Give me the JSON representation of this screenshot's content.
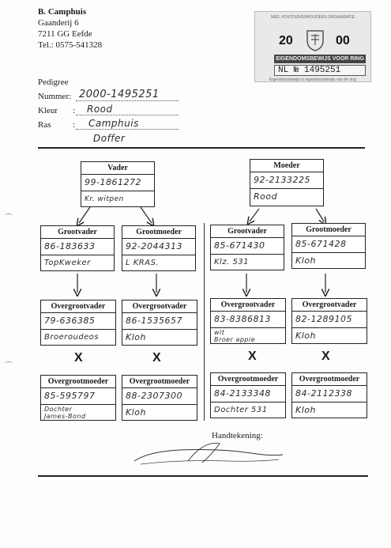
{
  "header": {
    "name": "B. Camphuis",
    "address1": "Gaanderij 6",
    "address2": "7211 GG Eefde",
    "phone": "Tel.: 0575-541328"
  },
  "stamp": {
    "top_text": "NED. POSTDUIVENHOUDERS ORGANISATIE",
    "year_left": "20",
    "year_right": "00",
    "band": "EIGENDOMSBEWIJS VOOR RING",
    "number": "NL № 1495251",
    "bottom_text": "Eigendomsbewijs is eigendomsbewijs van de ring"
  },
  "pedigree": {
    "heading": "Pedigree",
    "nummer_label": "Nummer",
    "nummer_value": "2000-1495251",
    "kleur_label": "Kleur",
    "kleur_value": "Rood",
    "ras_label": "Ras",
    "ras_value": "Camphuis",
    "ras_value2": "Doffer"
  },
  "left": {
    "vader": {
      "title": "Vader",
      "ring": "99-1861272",
      "note": "Kr. witpen"
    },
    "grootvader": {
      "title": "Grootvader",
      "ring": "86-183633",
      "note": "TopKweker"
    },
    "grootmoeder": {
      "title": "Grootmoeder",
      "ring": "92-2044313",
      "note": "L KRAS."
    },
    "overgrootvader1": {
      "title": "Overgrootvader",
      "ring": "79-636385",
      "note": "Broeroudeos"
    },
    "overgrootvader2": {
      "title": "Overgrootvader",
      "ring": "86-1535657",
      "note": "Kloh"
    },
    "overgrootmoeder1": {
      "title": "Overgrootmoeder",
      "ring": "85-595797",
      "note1": "Dochter",
      "note2": "James-Bond"
    },
    "overgrootmoeder2": {
      "title": "Overgrootmoeder",
      "ring": "88-2307300",
      "note": "Kloh"
    }
  },
  "right": {
    "moeder": {
      "title": "Moeder",
      "ring": "92-2133225",
      "note": "Rood"
    },
    "grootvader": {
      "title": "Grootvader",
      "ring": "85-671430",
      "note": "Klz. 531"
    },
    "grootmoeder": {
      "title": "Grootmoeder",
      "ring": "85-671428",
      "note": "Kloh"
    },
    "overgrootvader1": {
      "title": "Overgrootvader",
      "ring": "83-8386813",
      "note1": "wit",
      "note2": "Broer appie"
    },
    "overgrootvader2": {
      "title": "Overgrootvader",
      "ring": "82-1289105",
      "note": "Kloh"
    },
    "overgrootmoeder1": {
      "title": "Overgrootmoeder",
      "ring": "84-2133348",
      "note": "Dochter 531"
    },
    "overgrootmoeder2": {
      "title": "Overgrootmoeder",
      "ring": "84-2112338",
      "note": "Kloh"
    }
  },
  "cross_symbol": "X",
  "signature_label": "Handtekening:"
}
